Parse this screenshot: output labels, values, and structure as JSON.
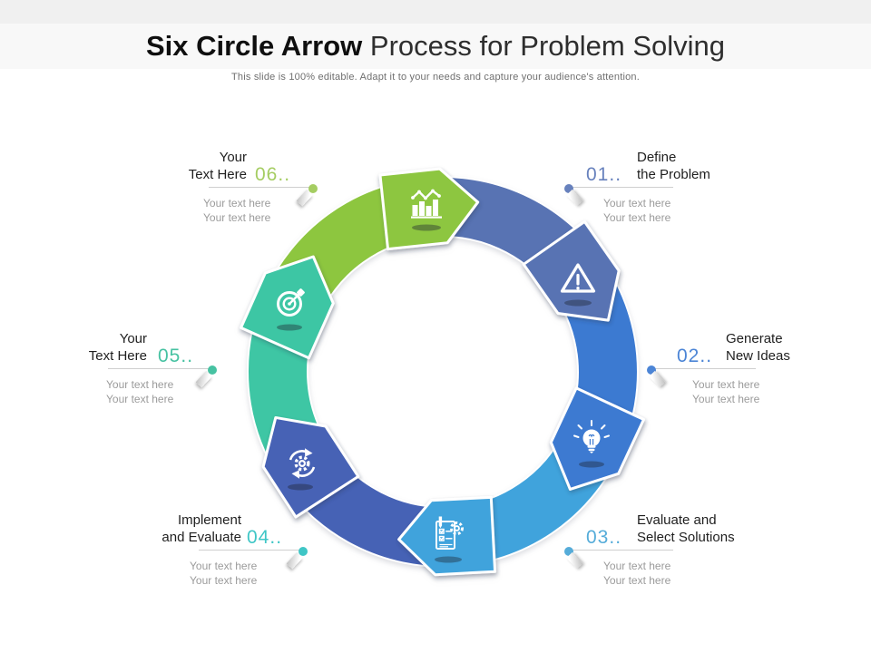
{
  "header": {
    "title_bold": "Six Circle Arrow",
    "title_regular": "Process for Problem Solving",
    "subtitle": "This slide is 100% editable. Adapt it to your needs and capture your audience's attention."
  },
  "steps": [
    {
      "number": "01..",
      "title_line1": "Define",
      "title_line2": "the Problem",
      "body_line1": "Your text here",
      "body_line2": "Your text here",
      "color": "#5873B3",
      "accent": "#6781BD",
      "icon": "warning-icon"
    },
    {
      "number": "02..",
      "title_line1": "Generate",
      "title_line2": "New Ideas",
      "body_line1": "Your text here",
      "body_line2": "Your text here",
      "color": "#3C7AD1",
      "accent": "#4C85D6",
      "icon": "lightbulb-icon"
    },
    {
      "number": "03..",
      "title_line1": "Evaluate and",
      "title_line2": "Select Solutions",
      "body_line1": "Your text here",
      "body_line2": "Your text here",
      "color": "#40A3DC",
      "accent": "#55ACD9",
      "icon": "document-gear-icon"
    },
    {
      "number": "04..",
      "title_line1": "Implement",
      "title_line2": "and Evaluate",
      "body_line1": "Your text here",
      "body_line2": "Your text here",
      "color": "#4662B5",
      "accent": "#3FC6C6",
      "icon": "sync-gear-icon"
    },
    {
      "number": "05..",
      "title_line1": "Your",
      "title_line2": "Text Here",
      "body_line1": "Your text here",
      "body_line2": "Your text here",
      "color": "#3EC6A4",
      "accent": "#47C2A2",
      "icon": "target-icon"
    },
    {
      "number": "06..",
      "title_line1": "Your",
      "title_line2": "Text Here",
      "body_line1": "Your text here",
      "body_line2": "Your text here",
      "color": "#8DC63F",
      "accent": "#A5CD62",
      "icon": "bar-chart-icon"
    }
  ]
}
